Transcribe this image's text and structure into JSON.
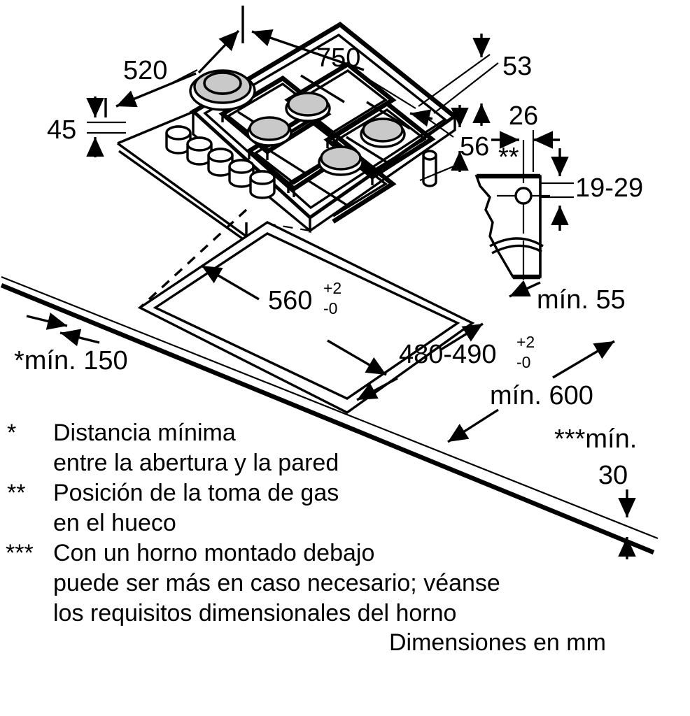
{
  "document": {
    "type": "installation-dimension-drawing",
    "subject": "gas-hob-built-in-dimensions",
    "units_note": "Dimensiones en mm"
  },
  "appliance": {
    "burner_count": 5,
    "knob_count": 5,
    "burners": [
      {
        "id": "wok-burner",
        "size": "large"
      },
      {
        "id": "rear-right-burner",
        "size": "medium"
      },
      {
        "id": "center-burner",
        "size": "medium"
      },
      {
        "id": "front-burner",
        "size": "medium"
      },
      {
        "id": "right-burner",
        "size": "medium"
      }
    ]
  },
  "dimensions": {
    "hob_width": "750",
    "hob_depth": "520",
    "front_panel_height": "45",
    "side_height_a": "53",
    "side_height_b": "56",
    "gas_inlet_offset": "26",
    "gas_inlet_height": "19-29",
    "gas_inlet_marker": "**",
    "gas_inlet_min_depth": "mín. 55",
    "cutout_width": "560",
    "cutout_width_tol_upper": "+2",
    "cutout_width_tol_lower": "-0",
    "cutout_depth": "480-490",
    "cutout_depth_tol_upper": "+2",
    "cutout_depth_tol_lower": "-0",
    "min_wall_distance": "*mín. 150",
    "min_worktop_depth": "mín. 600",
    "min_below_marker": "***mín.",
    "min_below_value": "30"
  },
  "legend": {
    "items": [
      {
        "marker": "*",
        "lines": [
          "Distancia mínima",
          "entre la abertura y la pared"
        ]
      },
      {
        "marker": "**",
        "lines": [
          "Posición de la toma de gas",
          "en el hueco"
        ]
      },
      {
        "marker": "***",
        "lines": [
          "Con un horno montado debajo",
          "puede ser más en caso necesario; véanse",
          "los requisitos dimensionales del horno"
        ]
      }
    ],
    "units_caption": "Dimensiones en mm"
  },
  "colors": {
    "line": "#000000",
    "background": "#ffffff",
    "burner_cap": "#c9c9c9"
  }
}
